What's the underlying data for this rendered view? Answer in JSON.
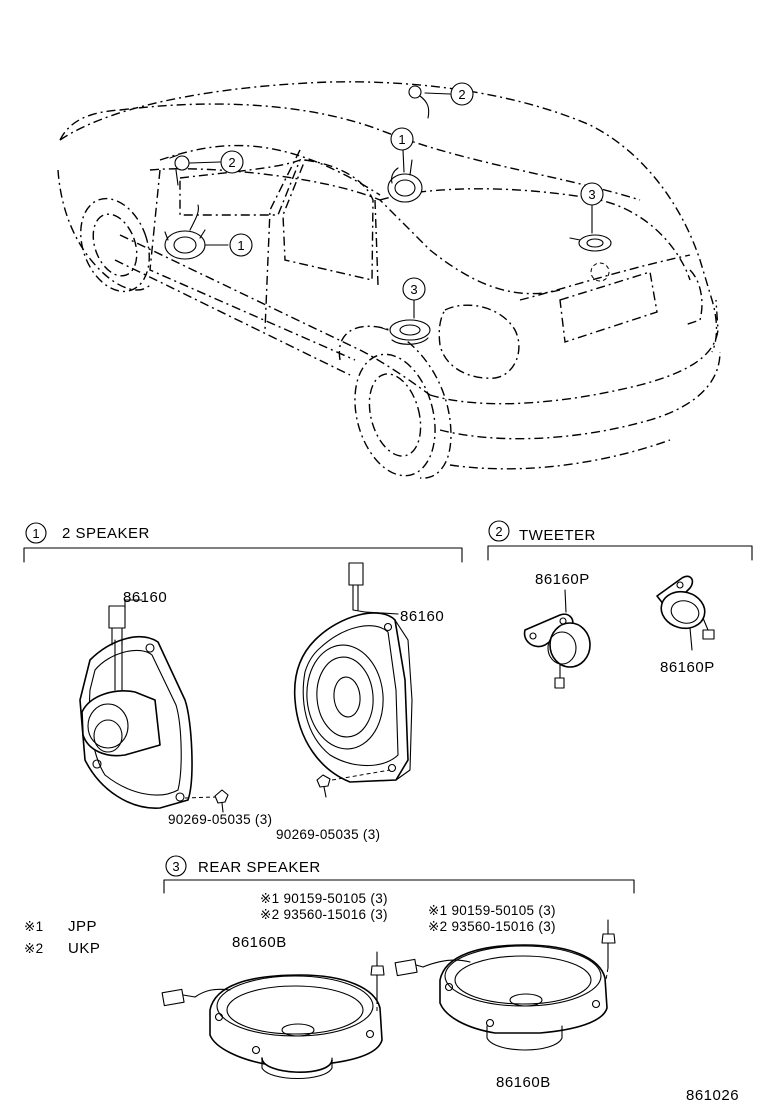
{
  "callouts": {
    "c1": "1",
    "c2": "2",
    "c3": "3"
  },
  "sections": {
    "front_speaker": {
      "number": "1",
      "title": "2 SPEAKER"
    },
    "tweeter": {
      "number": "2",
      "title": "TWEETER"
    },
    "rear_speaker": {
      "number": "3",
      "title": "REAR SPEAKER"
    }
  },
  "parts": {
    "front_left_part": "86160",
    "front_right_part": "86160",
    "front_left_screw": "90269-05035 (3)",
    "front_right_screw": "90269-05035 (3)",
    "tweeter_left_part": "86160P",
    "tweeter_right_part": "86160P",
    "rear_left_part": "86160B",
    "rear_right_part": "86160B",
    "rear_left_screw_1": "※1 90159-50105 (3)",
    "rear_left_screw_2": "※2 93560-15016 (3)",
    "rear_right_screw_1": "※1 90159-50105 (3)",
    "rear_right_screw_2": "※2 93560-15016 (3)"
  },
  "legend": {
    "mark1": "※1",
    "value1": "JPP",
    "mark2": "※2",
    "value2": "UKP"
  },
  "diagram_id": "861026"
}
